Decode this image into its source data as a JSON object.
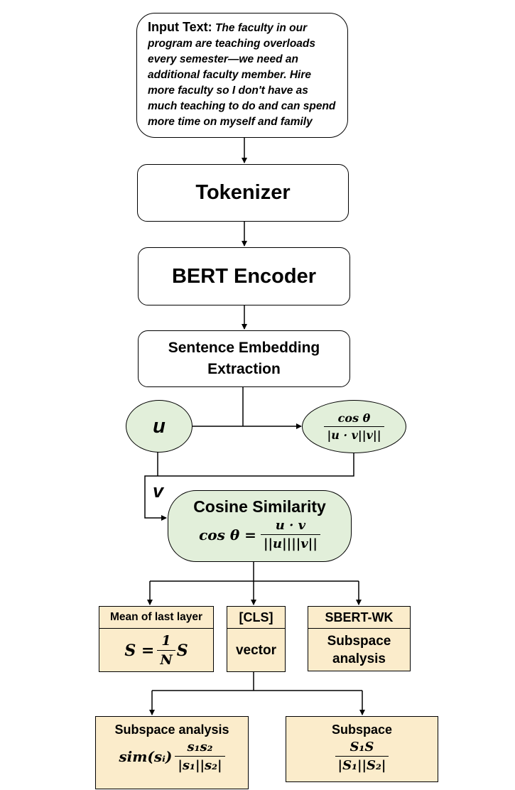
{
  "input": {
    "label": "Input Text:",
    "text": "The faculty in our program are teaching overloads every semester—we need an additional faculty member. Hire more faculty so I don't have as much teaching to do and can spend more time on myself and family"
  },
  "tokenizer": "Tokenizer",
  "encoder": "BERT Encoder",
  "extraction": {
    "line1": "Sentence Embedding",
    "line2": "Extraction"
  },
  "u_label": "u",
  "v_label": "v",
  "cos_node": {
    "num": "cos θ",
    "den": "|u · v||v||"
  },
  "cosine": {
    "title": "Cosine Similarity",
    "lhs": "cos θ =",
    "num": "u · v",
    "den": "||u||||v||"
  },
  "methods": {
    "mean": {
      "header": "Mean of last layer",
      "lhs": "S =",
      "num": "1",
      "den": "N",
      "rhs": "S"
    },
    "cls": {
      "header": "[CLS]",
      "body": "vector"
    },
    "sbert": {
      "header": "SBERT-WK",
      "line1": "Subspace",
      "line2": "analysis"
    }
  },
  "subspace_analysis": {
    "title": "Subspace analysis",
    "lhs": "sim(sᵢ)",
    "num": "s₁s₂",
    "den": "|s₁||s₂|"
  },
  "subspace": {
    "title": "Subspace",
    "num": "S₁S",
    "den": "|S₁||S₂|"
  },
  "colors": {
    "green_fill": "#e2efda",
    "tan_fill": "#fbeccb",
    "stroke": "#000000"
  }
}
